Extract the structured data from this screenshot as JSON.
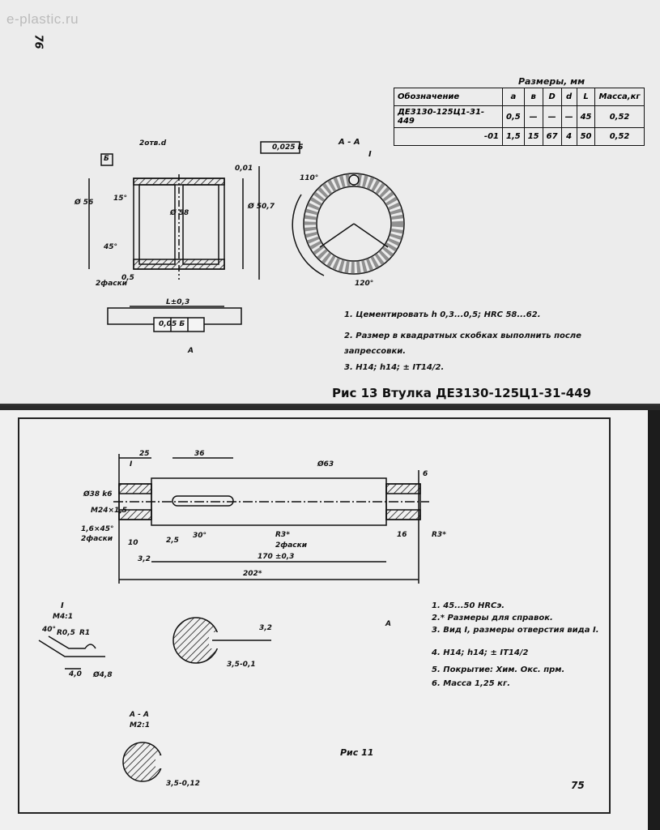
{
  "watermark": "e-plastic.ru",
  "page_numbers": {
    "top": "76",
    "bottom": "75"
  },
  "top_drawing": {
    "spec_table": {
      "caption": "Размеры, мм",
      "headers": [
        "Обозначение",
        "a",
        "в",
        "D",
        "d",
        "L",
        "Масса,кг"
      ],
      "rows": [
        [
          "ДЕ3130-125Ц1-31-449",
          "0,5",
          "—",
          "—",
          "—",
          "45",
          "0,52"
        ],
        [
          "-01",
          "1,5",
          "15",
          "67",
          "4",
          "50",
          "0,52"
        ]
      ]
    },
    "section_label": "А - А",
    "view_label": "I",
    "dim_labels": [
      "2отв.d",
      "Б",
      "0,025 Б",
      "0,01",
      "Ø 50,7",
      "Ø 56",
      "15°",
      "45°",
      "2фаски",
      "0,5",
      "L±0,3",
      "Ø 58",
      "110°",
      "120°",
      "0,05 Б",
      "A"
    ],
    "notes": [
      "1. Цементировать h 0,3...0,5; HRC 58...62.",
      "2. Размер в квадратных скобках выполнить после запрессовки.",
      "3. H14; h14; ± IT14/2."
    ],
    "caption": "Рис 13 Втулка ДЕ3130-125Ц1-31-449"
  },
  "bottom_drawing": {
    "dim_labels": [
      "25",
      "36",
      "Ø63",
      "Ø38 k6",
      "M24×1,5",
      "1,6×45°",
      "2фаски",
      "10",
      "2,5",
      "30°",
      "3,2",
      "R3*",
      "2фаски",
      "170 ±0,3",
      "202*",
      "16",
      "6",
      "I",
      "R3*",
      "A"
    ],
    "detail_label": "I",
    "detail_scale": "M4:1",
    "section_label": "А - А",
    "section_scale": "M2:1",
    "detail_dims": [
      "40°",
      "R0,5",
      "R1",
      "4,0",
      "Ø4,8",
      "3,5-0,1",
      "3,2",
      "3,5-0,12"
    ],
    "notes": [
      "1. 45...50 HRCэ.",
      "2.* Размеры для справок.",
      "3. Вид I, размеры отверстия вида I.",
      "4. H14; h14; ± IT14/2",
      "5. Покрытие: Хим. Окс. прм.",
      "6. Масса 1,25 кг."
    ],
    "caption": "Рис 11"
  }
}
